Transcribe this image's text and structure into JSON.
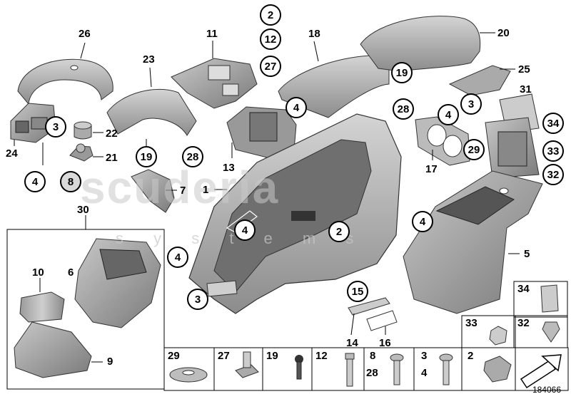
{
  "watermark": {
    "main": "scuderia",
    "sub": "s y s  t e m s"
  },
  "reference": "184066",
  "labels": {
    "l26": "26",
    "l11": "11",
    "l18": "18",
    "l20": "20",
    "l23": "23",
    "l25": "25",
    "l31": "31",
    "l22": "22",
    "l21": "21",
    "l24": "24",
    "l7": "7",
    "l1": "1",
    "l13": "13",
    "l17": "17",
    "l30": "30",
    "l10": "10",
    "l6": "6",
    "l9": "9",
    "l5": "5",
    "l15": "15",
    "l14": "14",
    "l16": "16"
  },
  "callouts": {
    "c2top": "2",
    "c12top": "12",
    "c27top": "27",
    "c19a": "19",
    "c28a": "28",
    "c3a": "3",
    "c4a": "4",
    "c8": "8",
    "c19b": "19",
    "c28b": "28",
    "c4b": "4",
    "c3b": "3",
    "c4c": "4",
    "c29": "29",
    "c34": "34",
    "c33": "33",
    "c32": "32",
    "c4d": "4",
    "c2mid": "2",
    "c4e": "4",
    "c4f": "4",
    "c3c": "3",
    "c15": "15"
  },
  "legend": {
    "r1": {
      "a": "34"
    },
    "r2": {
      "a": "33",
      "b": "32"
    },
    "r3": {
      "n29": "29",
      "n27": "27",
      "n19": "19",
      "n12": "12",
      "n8": "8",
      "n28": "28",
      "n3": "3",
      "n4": "4",
      "n2": "2"
    }
  }
}
